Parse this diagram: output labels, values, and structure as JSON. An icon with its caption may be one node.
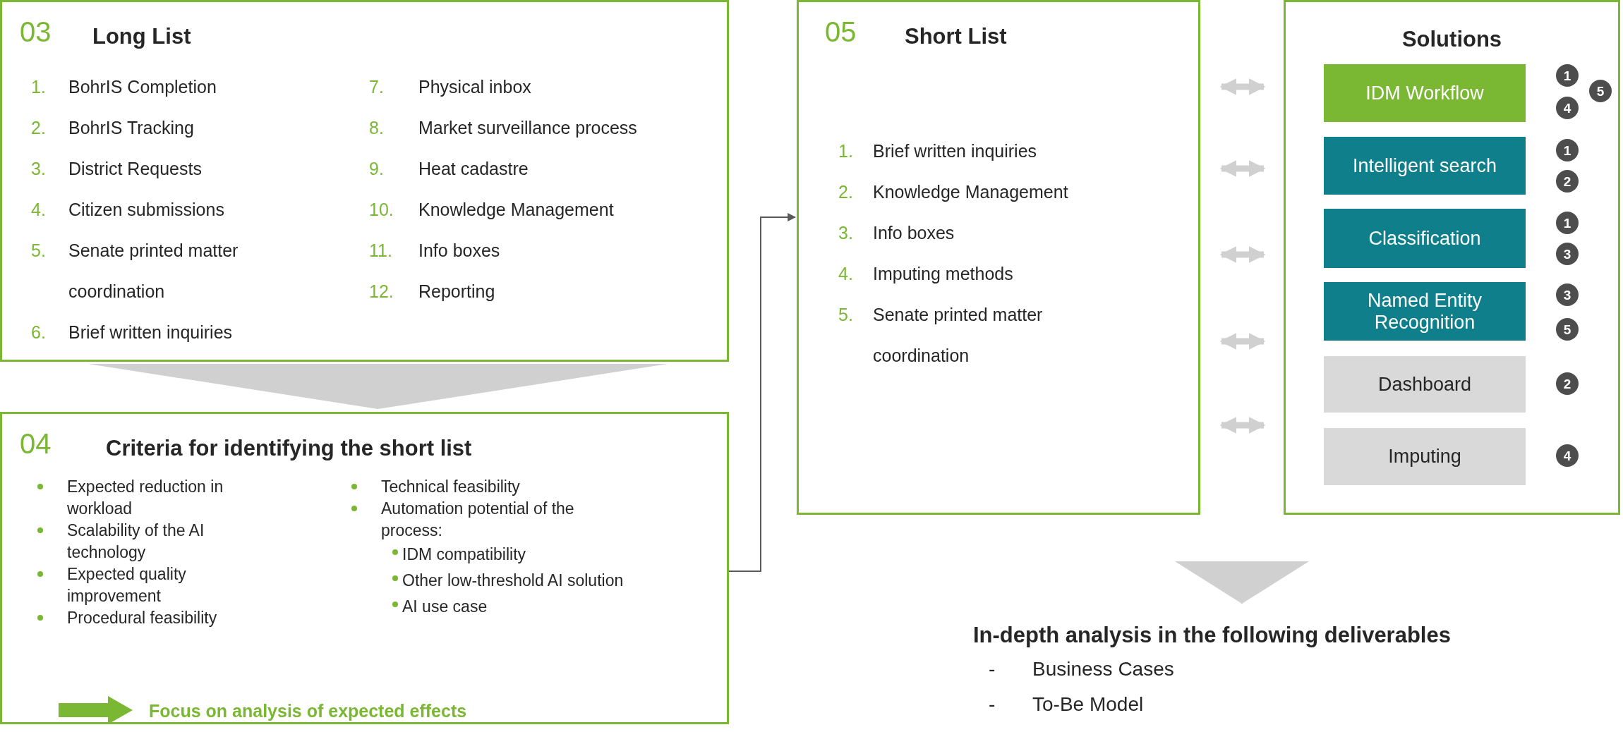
{
  "diagram": {
    "nodes": [
      {
        "text": [
          "03",
          "Long List",
          "1.",
          "BohrIS Completion",
          "2.",
          "BohrIS Tracking",
          "3.",
          "District Requests",
          "4.",
          "Citizen submissions",
          "5.",
          "Senate printed matter coordination",
          "6.",
          "Brief written inquiries",
          "7.",
          "Physical inbox",
          "8.",
          "Market surveillance process",
          "9.",
          "Heat cadastre",
          "10.",
          "Knowledge Management",
          "11.",
          "Info boxes",
          "12.",
          "Reporting"
        ]
      },
      {
        "text": [
          "04",
          "Criteria for identifying the short list",
          "Expected reduction in workload",
          "Scalability of the AI technology",
          "Expected quality improvement",
          "Procedural feasibility",
          "Technical feasibility",
          "Automation potential of the process:",
          "IDM compatibility",
          "Other low-threshold AI solution",
          "AI use case",
          "Focus on analysis of expected effects"
        ]
      },
      {
        "text": [
          "05",
          "Short List",
          "1.",
          "Brief written inquiries",
          "2.",
          "Knowledge Management",
          "3.",
          "Info boxes",
          "4.",
          "Imputing methods",
          "5.",
          "Senate printed matter coordination"
        ]
      },
      {
        "text": [
          "Solutions"
        ]
      },
      {
        "text": [
          "IDM Workflow"
        ],
        "in": 3
      },
      {
        "text": [
          "Intelligent search"
        ],
        "in": 3
      },
      {
        "text": [
          "Classification"
        ],
        "in": 3
      },
      {
        "text": [
          "Named Entity Recognition"
        ],
        "in": 3
      },
      {
        "text": [
          "Dashboard"
        ],
        "in": 3
      },
      {
        "text": [
          "Imputing"
        ],
        "in": 3
      },
      {
        "text": [
          "In-depth analysis in the following deliverables",
          "-",
          "Business Cases",
          "-",
          "To-Be Model"
        ]
      },
      {
        "text": [
          "1"
        ],
        "in": 3
      },
      {
        "text": [
          "5"
        ],
        "in": 3
      },
      {
        "text": [
          "4"
        ],
        "in": 3
      },
      {
        "text": [
          "1"
        ],
        "in": 3
      },
      {
        "text": [
          "2"
        ],
        "in": 3
      },
      {
        "text": [
          "1"
        ],
        "in": 3
      },
      {
        "text": [
          "3"
        ],
        "in": 3
      },
      {
        "text": [
          "3"
        ],
        "in": 3
      },
      {
        "text": [
          "5"
        ],
        "in": 3
      },
      {
        "text": [
          "2"
        ],
        "in": 3
      },
      {
        "text": [
          "4"
        ],
        "in": 3
      }
    ],
    "edges": [
      {
        "from": 0,
        "to": 1,
        "arrow": "to"
      },
      {
        "from": 1,
        "to": 2,
        "arrow": "to",
        "color": "#595959"
      },
      {
        "from": 2,
        "to": 3,
        "arrow": "both"
      },
      {
        "from": 2,
        "to": 3,
        "arrow": "both"
      },
      {
        "from": 2,
        "to": 3,
        "arrow": "both"
      },
      {
        "from": 2,
        "to": 3,
        "arrow": "both"
      },
      {
        "from": 2,
        "to": 3,
        "arrow": "both"
      },
      {
        "from": null,
        "to": 10,
        "arrow": "to"
      }
    ]
  }
}
